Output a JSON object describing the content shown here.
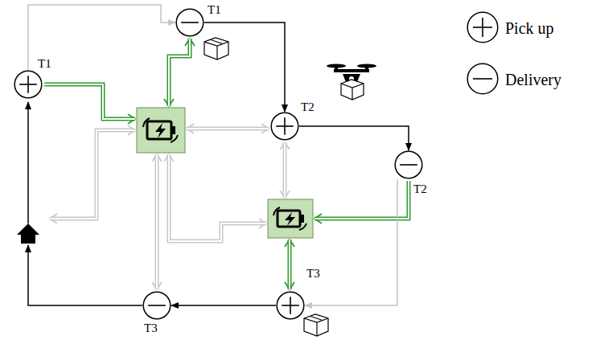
{
  "diagram": {
    "nodes": [
      {
        "text": [
          "T1"
        ]
      },
      {
        "text": [
          "T1"
        ]
      },
      {
        "text": [
          "T2"
        ]
      },
      {
        "text": [
          "T2"
        ]
      },
      {
        "text": [
          "T3"
        ]
      },
      {
        "text": [
          "T3"
        ]
      }
    ],
    "edges": [
      {
        "from": 0,
        "to": 1,
        "arrow": "to"
      },
      {
        "from": 1,
        "to": 2,
        "arrow": "to"
      },
      {
        "from": 2,
        "to": 3,
        "arrow": "to"
      },
      {
        "from": 3,
        "to": 4,
        "arrow": "to"
      },
      {
        "from": 4,
        "to": 5,
        "arrow": "to"
      }
    ],
    "legend": [
      {
        "text": "Pick up"
      },
      {
        "text": "Delivery"
      }
    ]
  }
}
